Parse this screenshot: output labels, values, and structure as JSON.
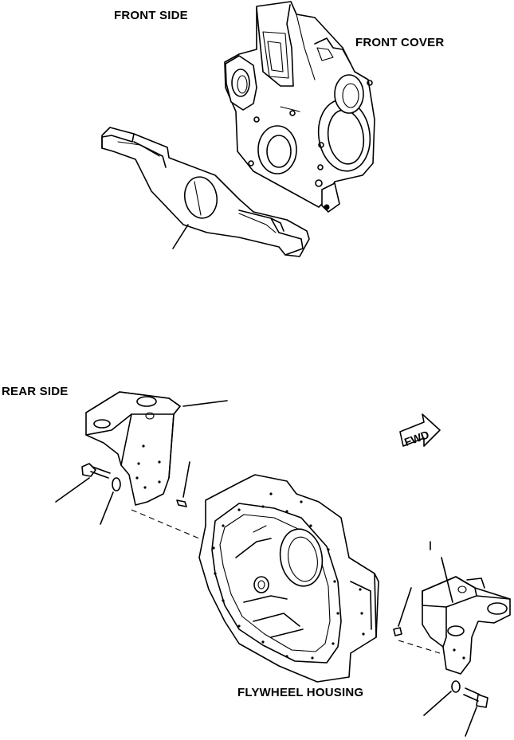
{
  "labels": {
    "front_side": "FRONT SIDE",
    "front_cover": "FRONT COVER",
    "rear_side": "REAR SIDE",
    "flywheel_housing": "FLYWHEEL HOUSING",
    "fwd": "FWD"
  }
}
